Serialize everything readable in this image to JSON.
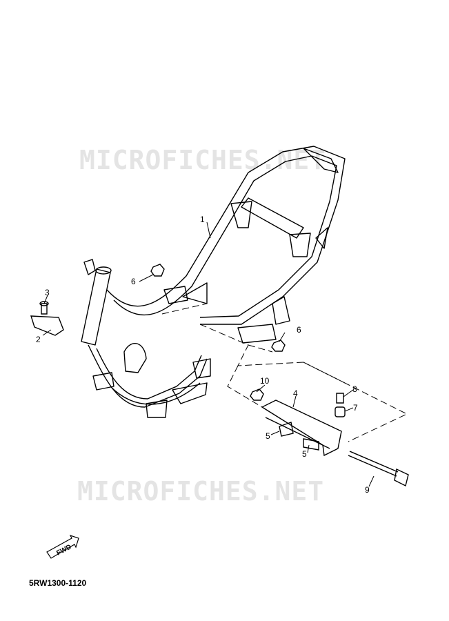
{
  "watermark": {
    "top": "MICROFICHES.NET",
    "bottom": "MICROFICHES.NET"
  },
  "diagram_code": "5RW1300-1120",
  "fwd_label": "FWD",
  "callouts": {
    "c1": "1",
    "c2": "2",
    "c3": "3",
    "c4": "4",
    "c5a": "5",
    "c5b": "5",
    "c6a": "6",
    "c6b": "6",
    "c7": "7",
    "c8": "8",
    "c9": "9",
    "c10": "10"
  }
}
